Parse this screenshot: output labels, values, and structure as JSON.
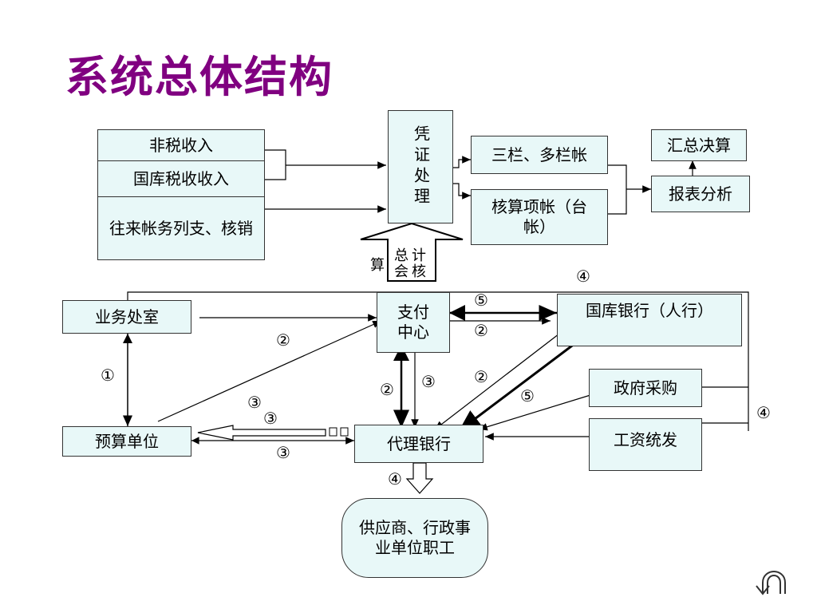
{
  "title": "系统总体结构",
  "boxes": {
    "feishui": "非税收入",
    "guoku_shui": "国库税收收入",
    "wanglai": "往来帐务列支、核销",
    "pingzheng": "凭证处理",
    "sanlan": "三栏、多栏帐",
    "hesuan": "核算项帐（台帐）",
    "huizong": "汇总决算",
    "baobiao": "报表分析",
    "yewu": "业务处室",
    "zhifu": "支付中心",
    "guoku_bank": "国库银行（人行）",
    "zhengfu": "政府采购",
    "gongzi": "工资统发",
    "yusuan": "预算单位",
    "daili": "代理银行",
    "gongying": "供应商、行政事业单位职工"
  },
  "arrow_labels": {
    "zonghui": "总会",
    "jihe": "计核",
    "suan": "算"
  },
  "step_labels": {
    "s1": "①",
    "s2a": "②",
    "s2b": "②",
    "s2c": "②",
    "s2d": "②",
    "s3a": "③",
    "s3b": "③",
    "s3c": "③",
    "s3d": "③",
    "s4a": "④",
    "s4b": "④",
    "s4c": "④",
    "s5a": "⑤",
    "s5b": "⑤"
  },
  "icons": {
    "return": "return-icon"
  }
}
